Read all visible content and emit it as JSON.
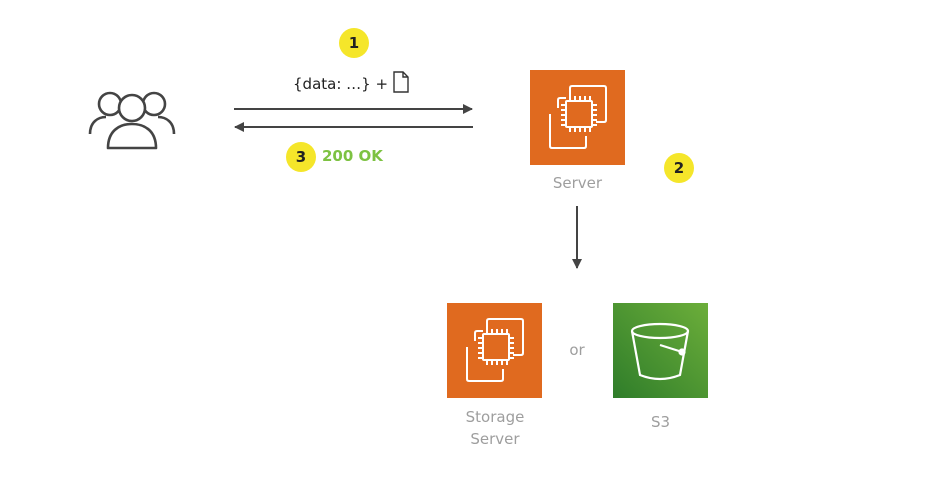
{
  "request": {
    "label": "{data: …} +"
  },
  "response": {
    "label": "200 OK"
  },
  "steps": [
    {
      "number": "1"
    },
    {
      "number": "2"
    },
    {
      "number": "3"
    }
  ],
  "nodes": {
    "server": {
      "label": "Server"
    },
    "storage_server": {
      "label_line1": "Storage",
      "label_line2": "Server"
    },
    "s3": {
      "label": "S3"
    },
    "or_text": "or"
  },
  "colors": {
    "ec2_orange": "#e06a1f",
    "s3_green": "#4c9a2a",
    "badge_yellow": "#f5e62a",
    "ok_green": "#7dc242",
    "arrow_gray": "#444444",
    "caption_gray": "#9e9e9e"
  },
  "icons": {
    "users": "users-group-icon",
    "file": "file-icon",
    "chip": "ec2-chip-icon",
    "bucket": "s3-bucket-icon"
  }
}
